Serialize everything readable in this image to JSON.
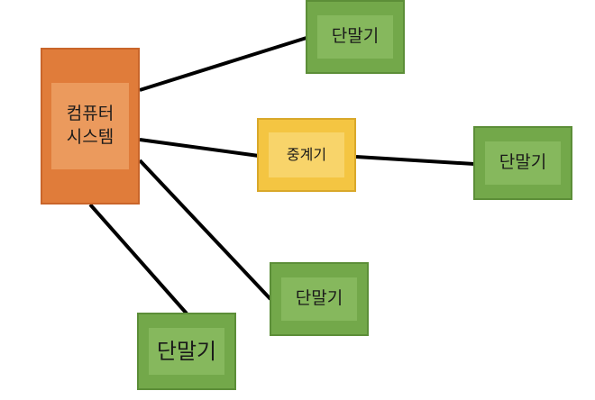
{
  "nodes": {
    "computer": {
      "label": "컴퓨터\n시스템"
    },
    "relay": {
      "label": "중계기"
    },
    "terminal_top": {
      "label": "단말기"
    },
    "terminal_right": {
      "label": "단말기"
    },
    "terminal_middle": {
      "label": "단말기"
    },
    "terminal_bottom": {
      "label": "단말기"
    }
  },
  "edges": [
    {
      "from": "computer",
      "to": "terminal_top"
    },
    {
      "from": "computer",
      "to": "relay"
    },
    {
      "from": "relay",
      "to": "terminal_right"
    },
    {
      "from": "computer",
      "to": "terminal_middle"
    },
    {
      "from": "computer",
      "to": "terminal_bottom"
    }
  ],
  "colors": {
    "computer": "#e07c3a",
    "relay": "#f4c542",
    "terminal": "#73a84a",
    "edge": "#000000"
  }
}
